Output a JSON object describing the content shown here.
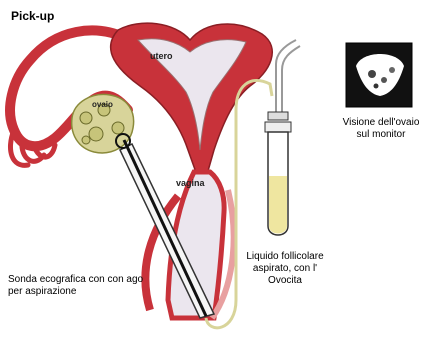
{
  "title": "Pick-up",
  "labels": {
    "utero": "utero",
    "ovaio": "ovaio",
    "vagina": "vagina",
    "monitor_caption": "Visione dell'ovaio sul monitor",
    "liquido_caption": "Liquido follicolare aspirato, con l' Ovocita",
    "sonda_caption": "Sonda ecografica con con ago per aspirazione"
  },
  "icons": {
    "monitor": "ultrasound-monitor-icon",
    "tube": "test-tube-icon"
  },
  "colors": {
    "muscle": "#c8323a",
    "muscle_light": "#e8a0a0",
    "cavity": "#ebe6ee",
    "ovary": "#d8d49a",
    "tube_liquid": "#efe6a0",
    "monitor_bg": "#111111"
  }
}
